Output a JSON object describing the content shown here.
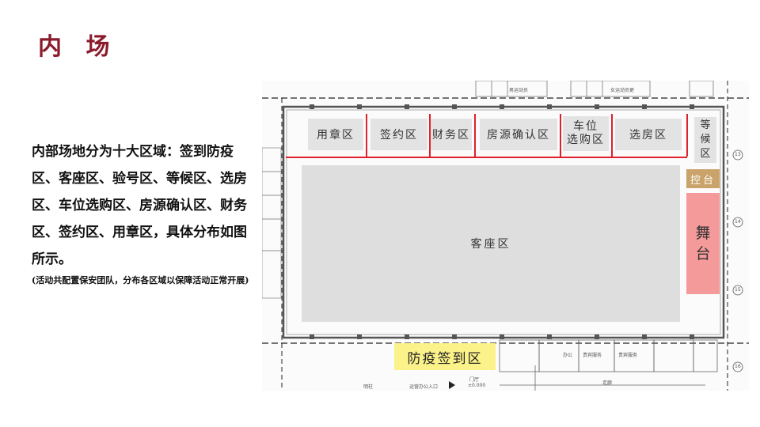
{
  "title": "内 场",
  "description": "内部场地分为十大区域：签到防疫区、客座区、验号区、等候区、选房区、车位选购区、房源确认区、财务区、签约区、用章区，具体分布如图所示。",
  "note": "(活动共配置保安团队，分布各区域以保障活动正常开展)",
  "floorplan": {
    "zones": {
      "seal": "用章区",
      "sign": "签约区",
      "finance": "财务区",
      "confirm": "房源确认区",
      "parking": "车位\n选购区",
      "select": "选房区",
      "waiting": "等\n候\n区",
      "control": "控台",
      "stage": "舞\n台",
      "seating": "客座区",
      "checkin": "防疫签到区"
    },
    "annotations": {
      "top_left": "男运动员",
      "top_right": "女运动员更",
      "bottom_entry": "运营办公入口",
      "bottom_left": "明柱",
      "elevation": "±0.000",
      "gate": "门厅",
      "corridor": "走廊",
      "service_1": "贵宾服务",
      "service_2": "贵宾服务",
      "office": "办公",
      "axis_13": "13",
      "axis_14": "14",
      "axis_15": "15",
      "axis_16": "16"
    },
    "colors": {
      "zone_gray": "#e3e3e3",
      "hall_gray": "#dedede",
      "stage_pink": "#f59a9a",
      "control_tan": "#c9a36a",
      "checkin_yellow": "#fbf28a",
      "divider_red": "#e0202a",
      "title_red": "#8b1a2b"
    }
  }
}
